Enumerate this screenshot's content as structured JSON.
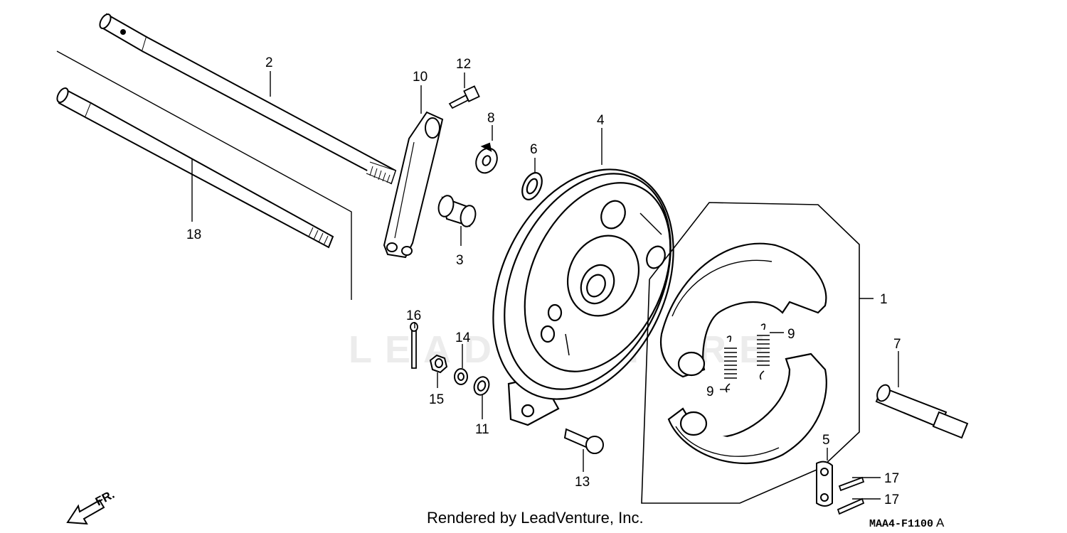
{
  "diagram": {
    "watermark": "LEADVENTURE",
    "direction_label": "FR.",
    "credit": "Rendered by LeadVenture, Inc.",
    "diagram_code": "MAA4-F1100",
    "diagram_code_suffix": "A",
    "callouts": {
      "c1": "1",
      "c2": "2",
      "c3": "3",
      "c4": "4",
      "c5": "5",
      "c6": "6",
      "c7": "7",
      "c8": "8",
      "c9a": "9",
      "c9b": "9",
      "c10": "10",
      "c11": "11",
      "c12": "12",
      "c13": "13",
      "c14": "14",
      "c15": "15",
      "c16": "16",
      "c17a": "17",
      "c17b": "17",
      "c18": "18"
    }
  }
}
